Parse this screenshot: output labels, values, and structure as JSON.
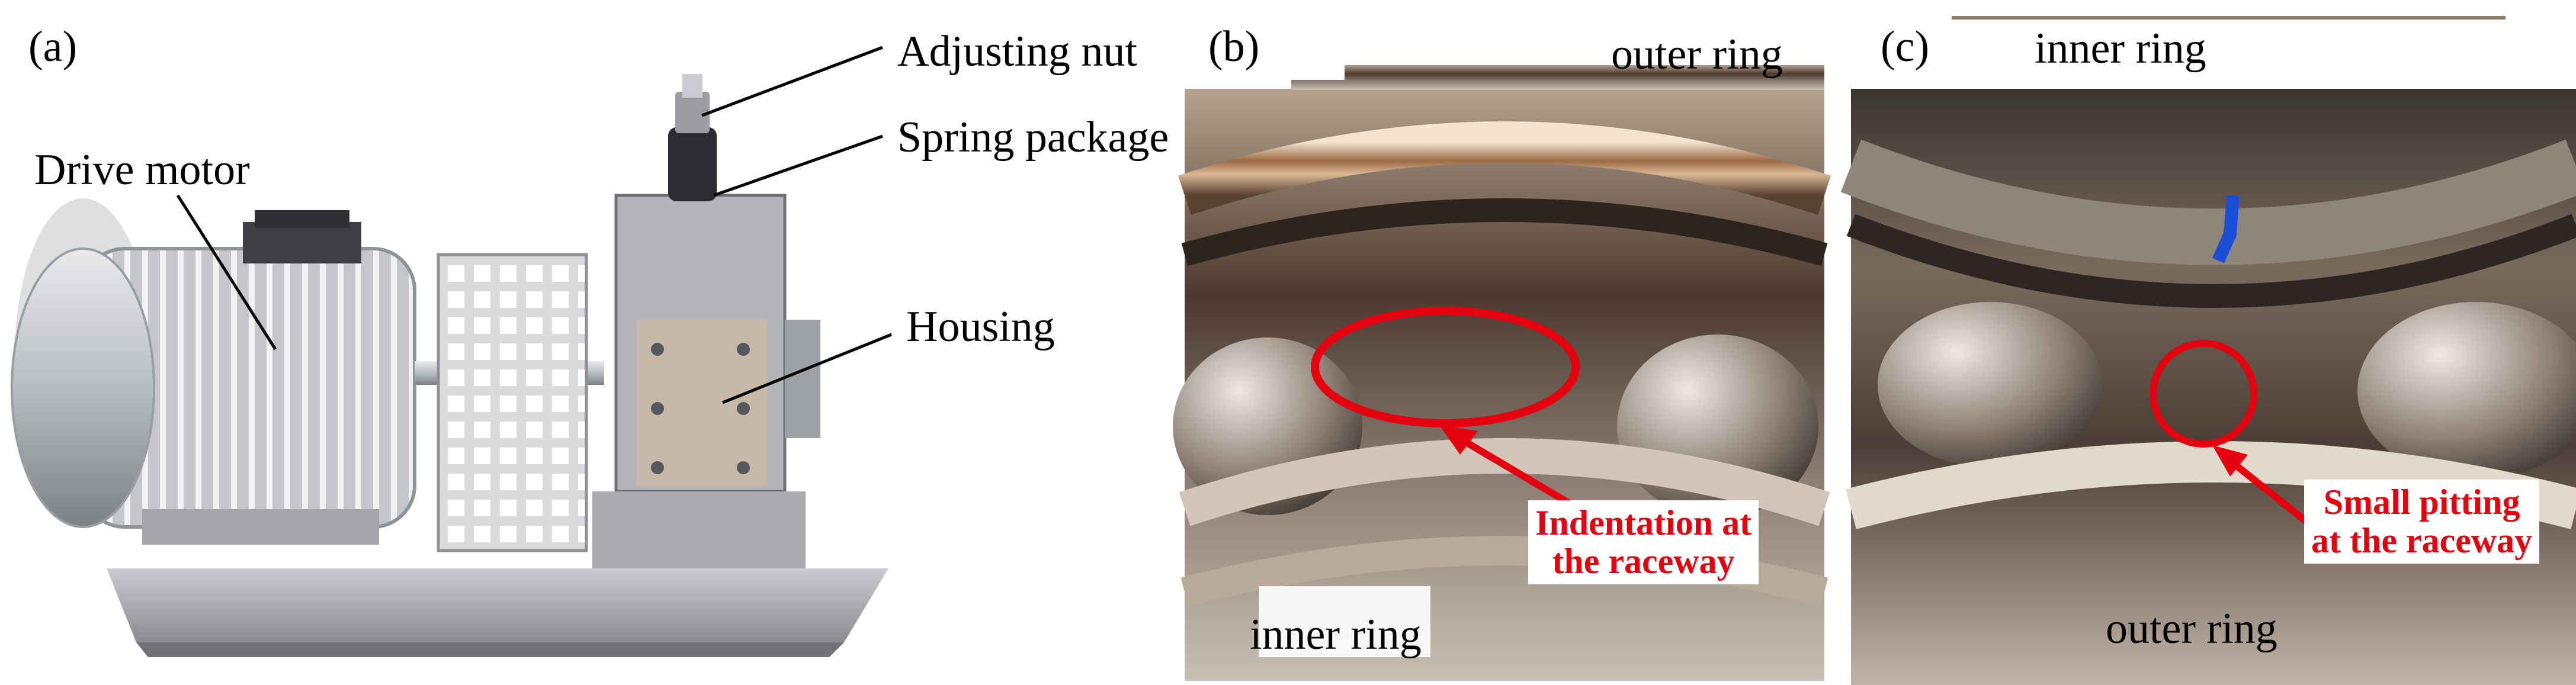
{
  "panels": {
    "a": {
      "letter": "(a)",
      "callouts": {
        "drive_motor": "Drive motor",
        "adjusting_nut": "Adjusting nut",
        "spring_package": "Spring package",
        "housing": "Housing"
      }
    },
    "b": {
      "letter": "(b)",
      "outer_ring": "outer ring",
      "inner_ring": "inner ring",
      "defect_note_line1": "Indentation at",
      "defect_note_line2": "the raceway"
    },
    "c": {
      "letter": "(c)",
      "inner_ring": "inner ring",
      "outer_ring": "outer ring",
      "defect_note_line1": "Small pitting",
      "defect_note_line2": "at the raceway"
    }
  },
  "colors": {
    "annotation_red": "#e3000f",
    "leader_line": "#000000"
  },
  "icons": {
    "ellipse_marker": "defect-ellipse-icon",
    "circle_marker": "defect-circle-icon"
  }
}
